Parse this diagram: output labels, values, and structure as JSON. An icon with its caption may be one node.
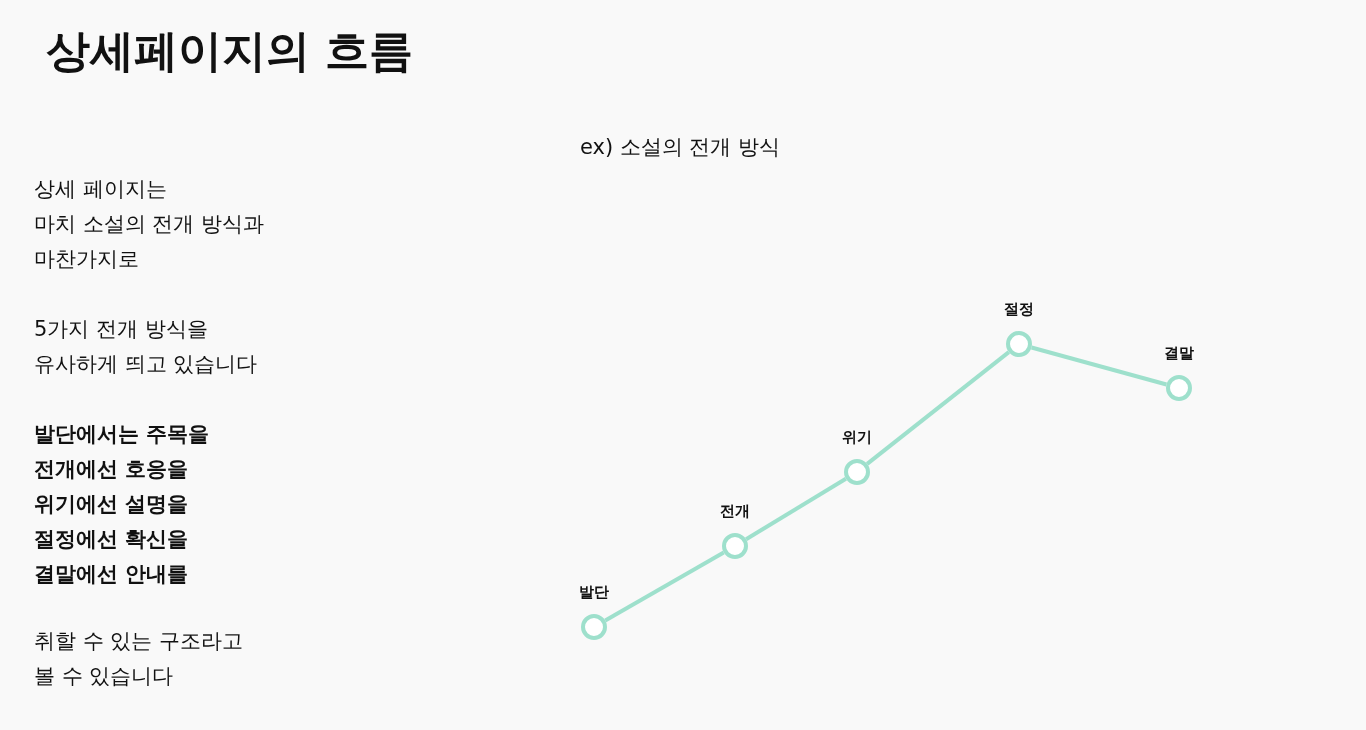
{
  "diagram": {
    "title": "상세페이지의 흐름",
    "nodes": [
      {
        "text": [
          "발단"
        ]
      },
      {
        "text": [
          "전개"
        ]
      },
      {
        "text": [
          "위기"
        ]
      },
      {
        "text": [
          "절정"
        ]
      },
      {
        "text": [
          "결말"
        ]
      }
    ],
    "edges": [
      {
        "from": 0,
        "to": 1,
        "arrow": "none"
      },
      {
        "from": 1,
        "to": 2,
        "arrow": "none"
      },
      {
        "from": 2,
        "to": 3,
        "arrow": "none"
      },
      {
        "from": 3,
        "to": 4,
        "arrow": "none"
      }
    ],
    "labels": [
      "ex) 소설의 전개 방식",
      "상세 페이지는",
      "마치 소설의 전개 방식과",
      "마찬가지로",
      "5가지 전개 방식을",
      "유사하게 띄고 있습니다",
      "발단에서는 주목을",
      "전개에선 호응을",
      "위기에선 설명을",
      "절정에선 확신을",
      "결말에선 안내를",
      "취할 수 있는 구조라고",
      "볼 수 있습니다"
    ]
  }
}
